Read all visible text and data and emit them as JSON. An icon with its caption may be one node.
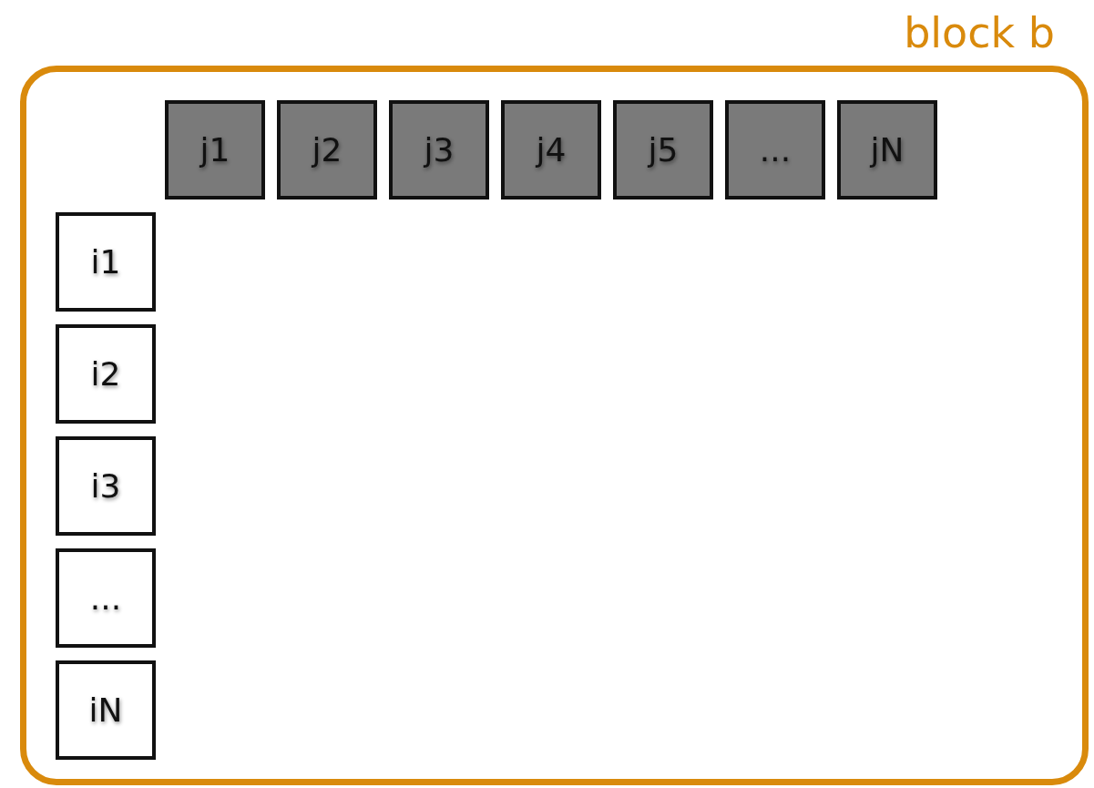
{
  "diagram": {
    "nodes": [
      {
        "text": [
          "block b"
        ]
      },
      {
        "text": [
          "j1"
        ],
        "in": 0
      },
      {
        "text": [
          "j2"
        ],
        "in": 0
      },
      {
        "text": [
          "j3"
        ],
        "in": 0
      },
      {
        "text": [
          "j4"
        ],
        "in": 0
      },
      {
        "text": [
          "j5"
        ],
        "in": 0
      },
      {
        "text": [
          "..."
        ],
        "in": 0
      },
      {
        "text": [
          "jN"
        ],
        "in": 0
      },
      {
        "text": [
          "i1"
        ],
        "in": 0
      },
      {
        "text": [
          "i2"
        ],
        "in": 0
      },
      {
        "text": [
          "i3"
        ],
        "in": 0
      },
      {
        "text": [
          "..."
        ],
        "in": 0
      },
      {
        "text": [
          "iN"
        ],
        "in": 0
      }
    ]
  }
}
